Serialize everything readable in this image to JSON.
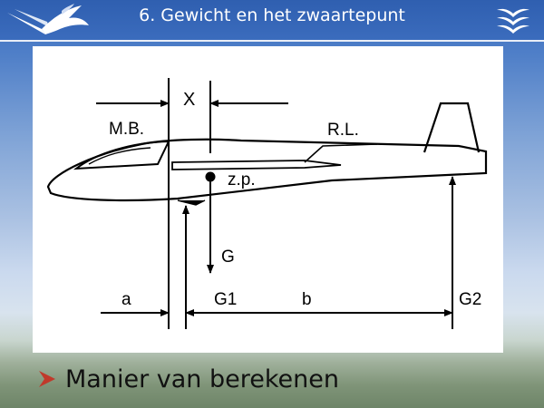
{
  "slide": {
    "title": "6. Gewicht en het zwaartepunt",
    "bullet": "Manier van berekenen",
    "bullet_icon": "arrow-bullet-icon",
    "left_logo": "glider-logo-icon",
    "right_logo": "wings-logo-icon"
  },
  "diagram": {
    "label_x": "X",
    "label_mb": "M.B.",
    "label_rl": "R.L.",
    "label_zp": "z.p.",
    "label_g": "G",
    "label_a": "a",
    "label_g1": "G1",
    "label_b": "b",
    "label_g2": "G2"
  },
  "colors": {
    "header": "#2f5fb0",
    "bullet_arrow": "#c0392b",
    "diagram_ink": "#000000"
  }
}
